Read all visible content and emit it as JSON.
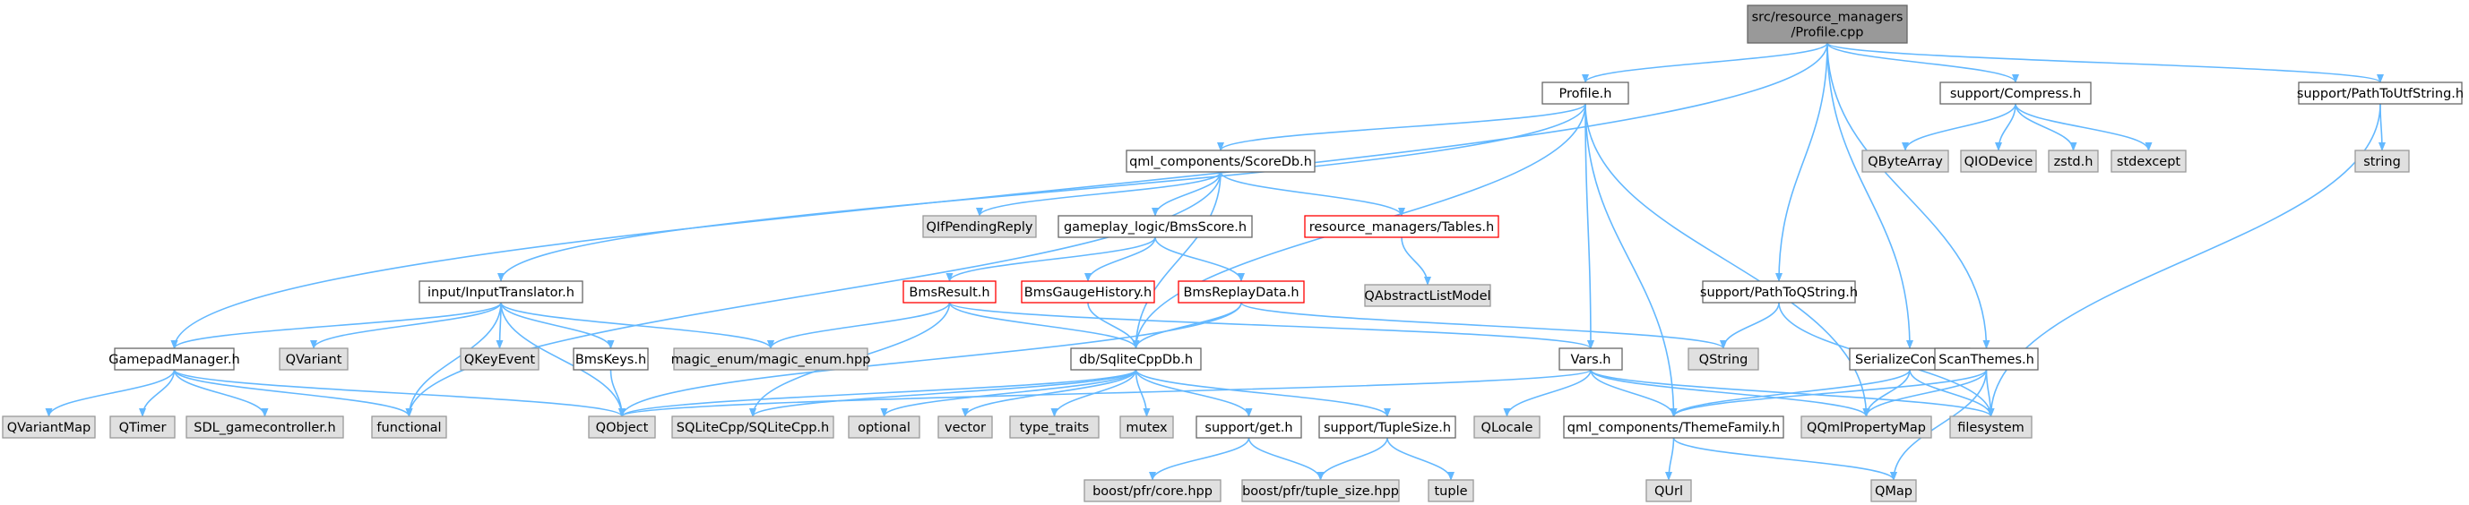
{
  "title": "src/resource_managers/Profile.cpp",
  "colors": {
    "root_fill": "#999999",
    "root_stroke": "#666666",
    "local_fill": "#ffffff",
    "local_stroke": "#666666",
    "system_fill": "#e0e0e0",
    "system_stroke": "#999999",
    "missing_stroke": "#ff0000",
    "edge": "#63b8ff"
  },
  "nodes": [
    {
      "id": "root",
      "lines": [
        "src/resource_managers",
        "/Profile.cpp"
      ],
      "kind": "root"
    },
    {
      "id": "profile_h",
      "lines": [
        "Profile.h"
      ],
      "kind": "local"
    },
    {
      "id": "compress_h",
      "lines": [
        "support/Compress.h"
      ],
      "kind": "local"
    },
    {
      "id": "pathtoutf",
      "lines": [
        "support/PathToUtfString.h"
      ],
      "kind": "local"
    },
    {
      "id": "scoredb",
      "lines": [
        "qml_components/ScoreDb.h"
      ],
      "kind": "local"
    },
    {
      "id": "qbytearray",
      "lines": [
        "QByteArray"
      ],
      "kind": "system"
    },
    {
      "id": "qiodevice",
      "lines": [
        "QIODevice"
      ],
      "kind": "system"
    },
    {
      "id": "zstd",
      "lines": [
        "zstd.h"
      ],
      "kind": "system"
    },
    {
      "id": "stdexcept",
      "lines": [
        "stdexcept"
      ],
      "kind": "system"
    },
    {
      "id": "string",
      "lines": [
        "string"
      ],
      "kind": "system"
    },
    {
      "id": "qifpending",
      "lines": [
        "QIfPendingReply"
      ],
      "kind": "system"
    },
    {
      "id": "bmsscore",
      "lines": [
        "gameplay_logic/BmsScore.h"
      ],
      "kind": "local"
    },
    {
      "id": "tables",
      "lines": [
        "resource_managers/Tables.h"
      ],
      "kind": "missing"
    },
    {
      "id": "qabstract",
      "lines": [
        "QAbstractListModel"
      ],
      "kind": "system"
    },
    {
      "id": "inputtrans",
      "lines": [
        "input/InputTranslator.h"
      ],
      "kind": "local"
    },
    {
      "id": "bmsresult",
      "lines": [
        "BmsResult.h"
      ],
      "kind": "missing"
    },
    {
      "id": "bmsgauge",
      "lines": [
        "BmsGaugeHistory.h"
      ],
      "kind": "missing"
    },
    {
      "id": "bmsreplay",
      "lines": [
        "BmsReplayData.h"
      ],
      "kind": "missing"
    },
    {
      "id": "pathtoq",
      "lines": [
        "support/PathToQString.h"
      ],
      "kind": "local"
    },
    {
      "id": "gamepad",
      "lines": [
        "GamepadManager.h"
      ],
      "kind": "local"
    },
    {
      "id": "qvariant",
      "lines": [
        "QVariant"
      ],
      "kind": "system"
    },
    {
      "id": "qkeyevent",
      "lines": [
        "QKeyEvent"
      ],
      "kind": "system"
    },
    {
      "id": "bmskeys",
      "lines": [
        "BmsKeys.h"
      ],
      "kind": "local"
    },
    {
      "id": "magicenum",
      "lines": [
        "magic_enum/magic_enum.hpp"
      ],
      "kind": "system"
    },
    {
      "id": "qstring",
      "lines": [
        "QString"
      ],
      "kind": "system"
    },
    {
      "id": "vars",
      "lines": [
        "Vars.h"
      ],
      "kind": "local"
    },
    {
      "id": "sqlitecppdb",
      "lines": [
        "db/SqliteCppDb.h"
      ],
      "kind": "local"
    },
    {
      "id": "serialize",
      "lines": [
        "SerializeConfig.h"
      ],
      "kind": "local"
    },
    {
      "id": "scanthemes",
      "lines": [
        "ScanThemes.h"
      ],
      "kind": "local"
    },
    {
      "id": "qvariantmap",
      "lines": [
        "QVariantMap"
      ],
      "kind": "system"
    },
    {
      "id": "qtimer",
      "lines": [
        "QTimer"
      ],
      "kind": "system"
    },
    {
      "id": "sdlgc",
      "lines": [
        "SDL_gamecontroller.h"
      ],
      "kind": "system"
    },
    {
      "id": "functional",
      "lines": [
        "functional"
      ],
      "kind": "system"
    },
    {
      "id": "qobject",
      "lines": [
        "QObject"
      ],
      "kind": "system"
    },
    {
      "id": "sqlitecpp",
      "lines": [
        "SQLiteCpp/SQLiteCpp.h"
      ],
      "kind": "system"
    },
    {
      "id": "optional",
      "lines": [
        "optional"
      ],
      "kind": "system"
    },
    {
      "id": "vector",
      "lines": [
        "vector"
      ],
      "kind": "system"
    },
    {
      "id": "typetraits",
      "lines": [
        "type_traits"
      ],
      "kind": "system"
    },
    {
      "id": "mutex",
      "lines": [
        "mutex"
      ],
      "kind": "system"
    },
    {
      "id": "supportget",
      "lines": [
        "support/get.h"
      ],
      "kind": "local"
    },
    {
      "id": "tuplesize",
      "lines": [
        "support/TupleSize.h"
      ],
      "kind": "local"
    },
    {
      "id": "qlocale",
      "lines": [
        "QLocale"
      ],
      "kind": "system"
    },
    {
      "id": "themefamily",
      "lines": [
        "qml_components/ThemeFamily.h"
      ],
      "kind": "local"
    },
    {
      "id": "qqmlpropmap",
      "lines": [
        "QQmlPropertyMap"
      ],
      "kind": "system"
    },
    {
      "id": "filesystem",
      "lines": [
        "filesystem"
      ],
      "kind": "system"
    },
    {
      "id": "pfrcore",
      "lines": [
        "boost/pfr/core.hpp"
      ],
      "kind": "system"
    },
    {
      "id": "pfrtuple",
      "lines": [
        "boost/pfr/tuple_size.hpp"
      ],
      "kind": "system"
    },
    {
      "id": "tuple",
      "lines": [
        "tuple"
      ],
      "kind": "system"
    },
    {
      "id": "qurl",
      "lines": [
        "QUrl"
      ],
      "kind": "system"
    },
    {
      "id": "qmap",
      "lines": [
        "QMap"
      ],
      "kind": "system"
    }
  ],
  "edges": [
    [
      "root",
      "profile_h"
    ],
    [
      "root",
      "compress_h"
    ],
    [
      "root",
      "pathtoutf"
    ],
    [
      "root",
      "gamepad"
    ],
    [
      "root",
      "pathtoq"
    ],
    [
      "root",
      "serialize"
    ],
    [
      "root",
      "scanthemes"
    ],
    [
      "profile_h",
      "scoredb"
    ],
    [
      "profile_h",
      "inputtrans"
    ],
    [
      "profile_h",
      "vars"
    ],
    [
      "profile_h",
      "sqlitecppdb"
    ],
    [
      "profile_h",
      "themefamily"
    ],
    [
      "profile_h",
      "qqmlpropmap"
    ],
    [
      "compress_h",
      "qbytearray"
    ],
    [
      "compress_h",
      "qiodevice"
    ],
    [
      "compress_h",
      "zstd"
    ],
    [
      "compress_h",
      "stdexcept"
    ],
    [
      "pathtoutf",
      "string"
    ],
    [
      "pathtoutf",
      "filesystem"
    ],
    [
      "scoredb",
      "qifpending"
    ],
    [
      "scoredb",
      "bmsscore"
    ],
    [
      "scoredb",
      "tables"
    ],
    [
      "scoredb",
      "sqlitecppdb"
    ],
    [
      "scoredb",
      "functional"
    ],
    [
      "tables",
      "qabstract"
    ],
    [
      "bmsscore",
      "bmsresult"
    ],
    [
      "bmsscore",
      "bmsgauge"
    ],
    [
      "bmsscore",
      "bmsreplay"
    ],
    [
      "bmsresult",
      "magicenum"
    ],
    [
      "bmsresult",
      "sqlitecppdb"
    ],
    [
      "bmsresult",
      "sqlitecpp"
    ],
    [
      "bmsresult",
      "vars"
    ],
    [
      "bmsgauge",
      "sqlitecppdb"
    ],
    [
      "bmsreplay",
      "sqlitecppdb"
    ],
    [
      "bmsreplay",
      "qobject"
    ],
    [
      "bmsreplay",
      "qstring"
    ],
    [
      "inputtrans",
      "gamepad"
    ],
    [
      "inputtrans",
      "qvariant"
    ],
    [
      "inputtrans",
      "qkeyevent"
    ],
    [
      "inputtrans",
      "bmskeys"
    ],
    [
      "inputtrans",
      "magicenum"
    ],
    [
      "inputtrans",
      "functional"
    ],
    [
      "inputtrans",
      "qobject"
    ],
    [
      "gamepad",
      "qvariantmap"
    ],
    [
      "gamepad",
      "qtimer"
    ],
    [
      "gamepad",
      "sdlgc"
    ],
    [
      "gamepad",
      "functional"
    ],
    [
      "gamepad",
      "qobject"
    ],
    [
      "bmskeys",
      "qobject"
    ],
    [
      "pathtoq",
      "qstring"
    ],
    [
      "pathtoq",
      "filesystem"
    ],
    [
      "sqlitecppdb",
      "qobject"
    ],
    [
      "sqlitecppdb",
      "sqlitecpp"
    ],
    [
      "sqlitecppdb",
      "optional"
    ],
    [
      "sqlitecppdb",
      "vector"
    ],
    [
      "sqlitecppdb",
      "typetraits"
    ],
    [
      "sqlitecppdb",
      "mutex"
    ],
    [
      "sqlitecppdb",
      "supportget"
    ],
    [
      "sqlitecppdb",
      "tuplesize"
    ],
    [
      "supportget",
      "pfrcore"
    ],
    [
      "supportget",
      "pfrtuple"
    ],
    [
      "tuplesize",
      "pfrtuple"
    ],
    [
      "tuplesize",
      "tuple"
    ],
    [
      "vars",
      "qobject"
    ],
    [
      "vars",
      "qlocale"
    ],
    [
      "vars",
      "themefamily"
    ],
    [
      "vars",
      "qqmlpropmap"
    ],
    [
      "vars",
      "filesystem"
    ],
    [
      "serialize",
      "themefamily"
    ],
    [
      "serialize",
      "qqmlpropmap"
    ],
    [
      "serialize",
      "filesystem"
    ],
    [
      "scanthemes",
      "themefamily"
    ],
    [
      "scanthemes",
      "qqmlpropmap"
    ],
    [
      "scanthemes",
      "filesystem"
    ],
    [
      "scanthemes",
      "qmap"
    ],
    [
      "themefamily",
      "qurl"
    ],
    [
      "themefamily",
      "qmap"
    ]
  ]
}
